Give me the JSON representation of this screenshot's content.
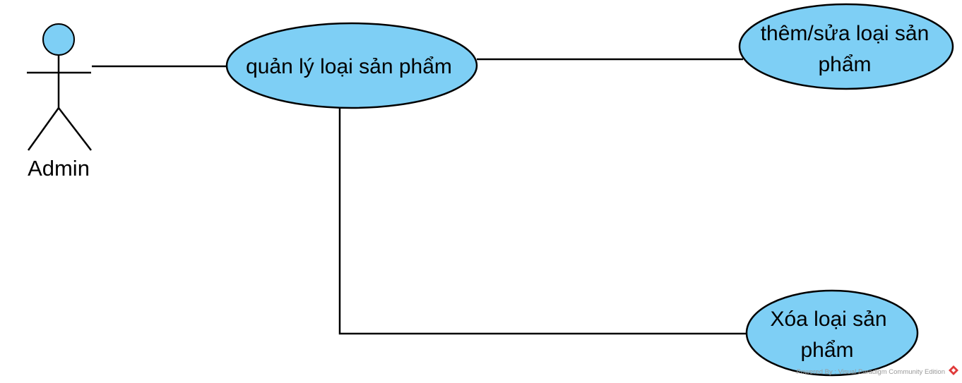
{
  "diagram": {
    "type": "use-case",
    "actor": {
      "label": "Admin"
    },
    "use_cases": {
      "main": "quản lý loại sản phẩm",
      "add_edit": {
        "line1": "thêm/sửa loại sản",
        "line2": "phẩm"
      },
      "delete": {
        "line1": "Xóa loại sản",
        "line2": "phẩm"
      }
    },
    "colors": {
      "fill": "#7ecff5",
      "stroke": "#000000",
      "watermark_logo": "#e03a3a"
    },
    "watermark": {
      "text": "Powered By : Visual Paradigm Community Edition",
      "logo_icon": "visual-paradigm-logo"
    }
  }
}
